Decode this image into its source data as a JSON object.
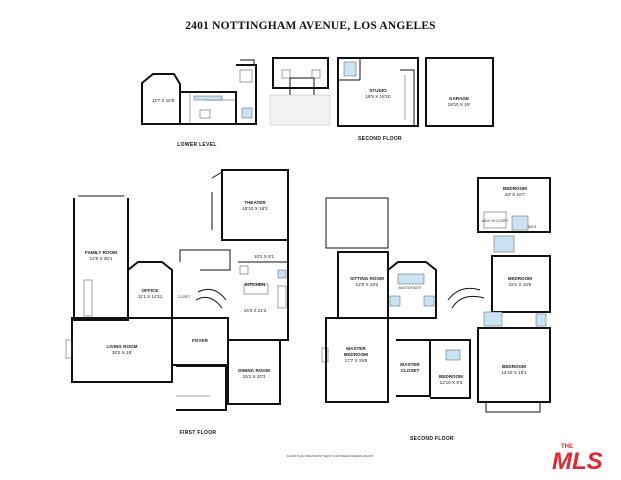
{
  "title": "2401 NOTTINGHAM AVENUE, LOS ANGELES",
  "floors": {
    "lower_level": "LOWER LEVEL",
    "second_floor_top": "SECOND FLOOR",
    "first_floor": "FIRST FLOOR",
    "second_floor": "SECOND FLOOR"
  },
  "rooms": {
    "lower_room_dims": "11'7 X 10'8",
    "studio": "STUDIO",
    "studio_dims": "19'5 X 18'10",
    "garage": "GARAGE",
    "garage_dims": "18'10 X 19'",
    "theater": "THEATER",
    "theater_dims": "18'10 X 18'3",
    "family_room": "FAMILY ROOM",
    "family_room_dims": "14'8 X 35'1",
    "office": "OFFICE",
    "office_dims": "11'1 X 14'11",
    "kitchen_nook_dims": "10'2 X 8'1",
    "kitchen": "KITCHEN",
    "kitchen_dims": "16'3 X 21'3",
    "foyer": "FOYER",
    "living_room": "LIVING ROOM",
    "living_room_dims": "30'2 X 18'",
    "dining_room": "DINING ROOM",
    "dining_room_dims": "15'2 X 20'3",
    "sitting_room": "SITTING ROOM",
    "sitting_room_dims": "12'5 X 19'2",
    "master_bedroom_1": "MASTER",
    "master_bedroom_2": "BEDROOM",
    "master_bedroom_dims": "17'7 X 19'8",
    "master_closet_1": "MASTER",
    "master_closet_2": "CLOSET",
    "bedroom_a": "BEDROOM",
    "bedroom_a_dims": "20' X 10'7",
    "bedroom_b": "BEDROOM",
    "bedroom_b_dims": "15'1 X 15'5",
    "bedroom_c": "BEDROOM",
    "bedroom_c_dims": "12'10 X 9'3",
    "bedroom_d": "BEDROOM",
    "bedroom_d_dims": "14'10 X 15'1",
    "closet": "CLOSET",
    "bath": "BATH",
    "master_bath": "MASTER BATH",
    "walk_in_closet": "WALK-IN CLOSET"
  },
  "footer": "FLOOR PLAN CREATED BY WEST COASTMEDIA DESIGN GROUP",
  "logo": {
    "brand": "MLS",
    "prefix": "THE",
    "red": "#e3262e"
  }
}
